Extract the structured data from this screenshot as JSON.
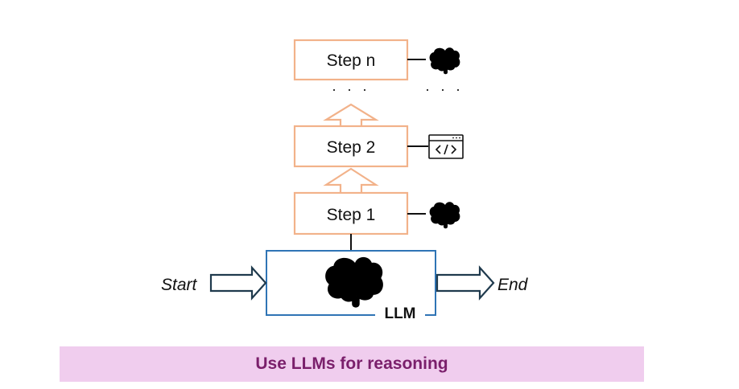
{
  "steps": [
    {
      "label": "Step n",
      "icon": "brain-icon"
    },
    {
      "label": "Step 2",
      "icon": "code-window-icon"
    },
    {
      "label": "Step 1",
      "icon": "brain-icon"
    }
  ],
  "ellipsis_left": "· · ·",
  "ellipsis_right": "· · ·",
  "llm": {
    "label": "LLM",
    "icon": "brain-icon"
  },
  "flow": {
    "start_label": "Start",
    "end_label": "End"
  },
  "caption": {
    "text": "Use LLMs for reasoning",
    "background": "#f0cdee",
    "color": "#7a1f6b"
  },
  "colors": {
    "step_border": "#f2b28a",
    "llm_border": "#2f74b5",
    "flow_arrow": "#1f3a4d"
  }
}
